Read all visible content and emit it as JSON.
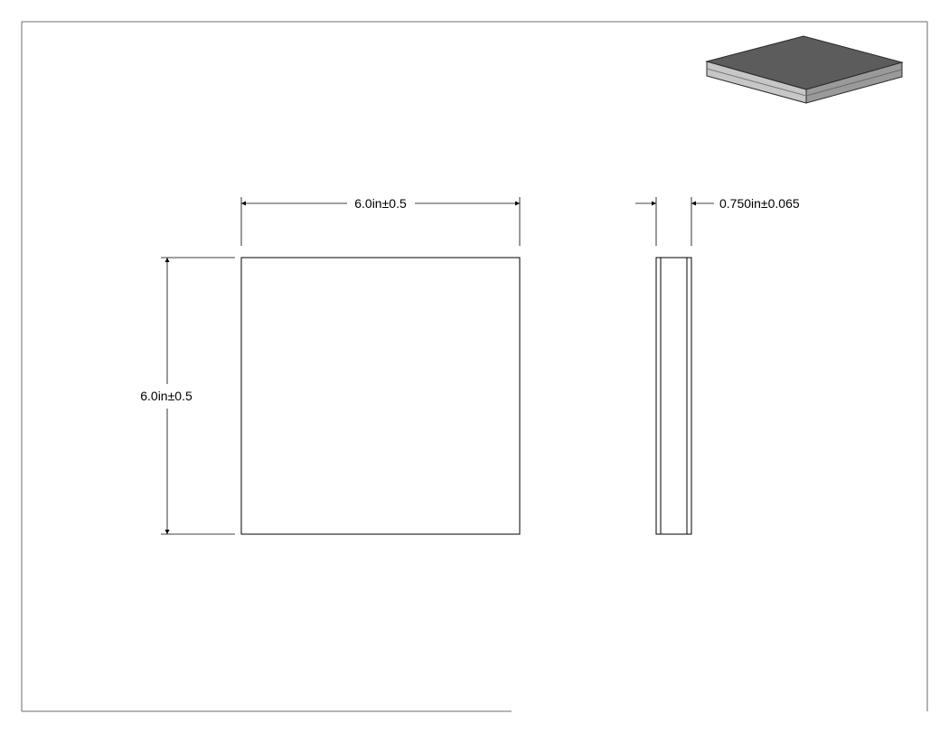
{
  "drawing": {
    "dimensions": {
      "front_width": "6.0in±0.5",
      "front_height": "6.0in±0.5",
      "side_thickness": "0.750in±0.065"
    },
    "colors": {
      "line": "#000000",
      "border": "#6b6b6b",
      "iso_top": "#5a5a5a",
      "iso_side": "#c4c4c4"
    }
  }
}
